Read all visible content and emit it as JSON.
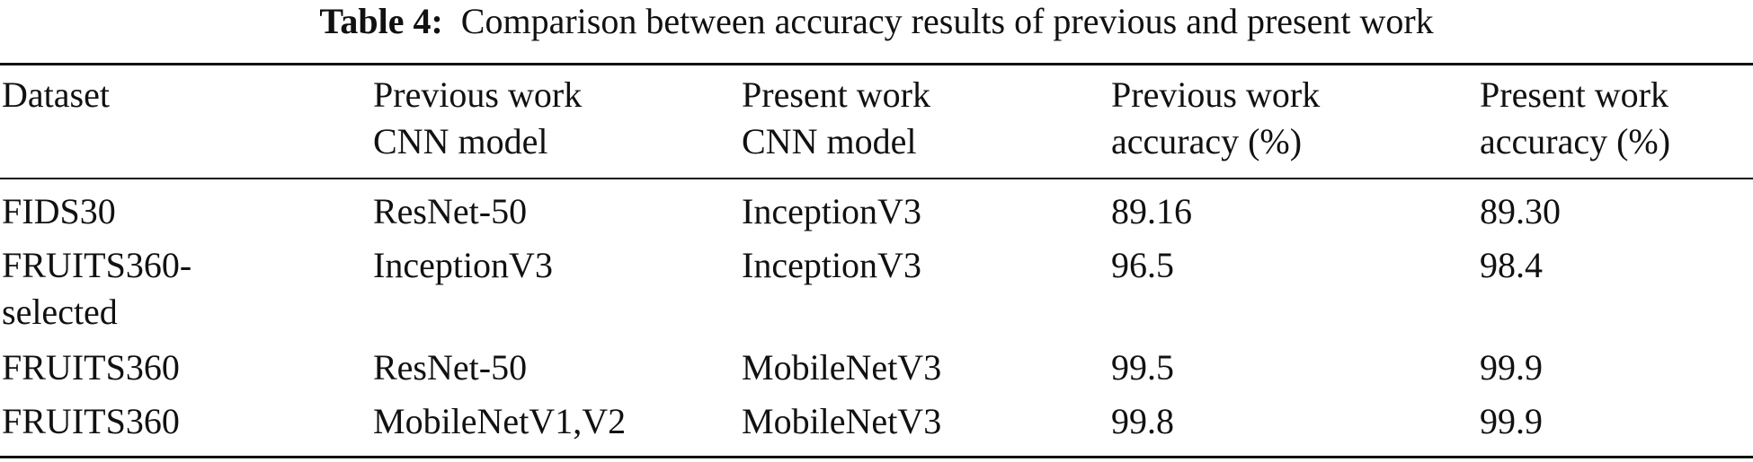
{
  "caption": {
    "label": "Table 4:",
    "text": "Comparison between accuracy results of previous and present work"
  },
  "table": {
    "headers": [
      "Dataset",
      "Previous work\nCNN model",
      "Present work\nCNN model",
      "Previous work\naccuracy (%)",
      "Present work\naccuracy (%)"
    ],
    "rows": [
      [
        "FIDS30",
        "ResNet-50",
        "InceptionV3",
        "89.16",
        "89.30"
      ],
      [
        "FRUITS360-\nselected",
        "InceptionV3",
        "InceptionV3",
        "96.5",
        "98.4"
      ],
      [
        "FRUITS360",
        "ResNet-50",
        "MobileNetV3",
        "99.5",
        "99.9"
      ],
      [
        "FRUITS360",
        "MobileNetV1,V2",
        "MobileNetV3",
        "99.8",
        "99.9"
      ]
    ]
  }
}
